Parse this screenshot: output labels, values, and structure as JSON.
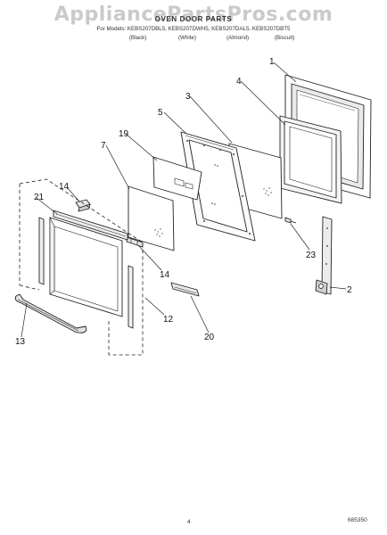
{
  "header": {
    "watermark": "AppliancePartsPros.com",
    "title": "OVEN DOOR PARTS",
    "models": "For Models: KEBS207DBL5, KEBS207DWH5, KEBS207DAL5, KEBS207DBT5",
    "variants": [
      "(Black)",
      "(White)",
      "(Almond)",
      "(Biscuit)"
    ]
  },
  "callouts": [
    "1",
    "4",
    "3",
    "5",
    "19",
    "7",
    "14",
    "21",
    "23",
    "2",
    "14",
    "12",
    "20",
    "13"
  ],
  "footer": {
    "page_number": "4",
    "diagram_code": "685350"
  }
}
